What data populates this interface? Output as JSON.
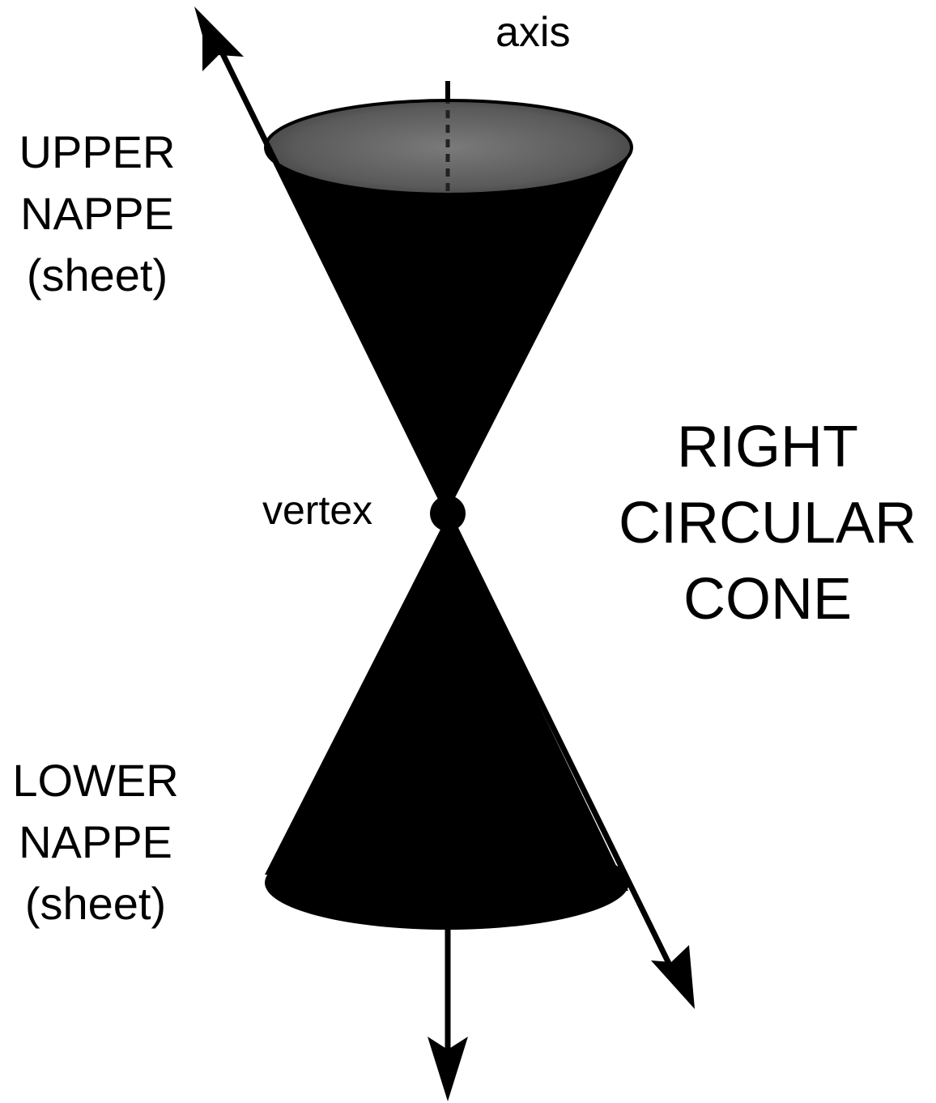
{
  "labels": {
    "axis": "axis",
    "vertex": "vertex",
    "upper_nappe": [
      "UPPER",
      "NAPPE",
      "(sheet)"
    ],
    "lower_nappe": [
      "LOWER",
      "NAPPE",
      "(sheet)"
    ],
    "title": [
      "RIGHT",
      "CIRCULAR",
      "CONE"
    ]
  },
  "colors": {
    "background": "#ffffff",
    "cone_fill": "#000000",
    "top_face": "#555555",
    "text": "#000000"
  }
}
